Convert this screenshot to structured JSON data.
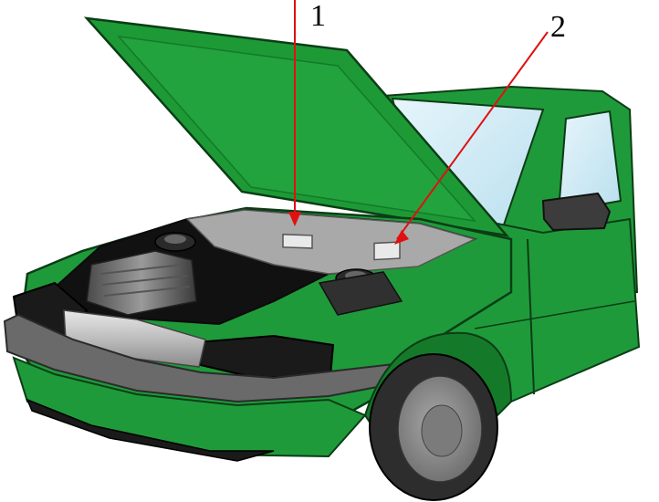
{
  "callouts": [
    {
      "id": "1",
      "label": "1"
    },
    {
      "id": "2",
      "label": "2"
    }
  ],
  "colors": {
    "body_green": "#1f9a3a",
    "body_green_dark": "#137a2a",
    "hood_green": "#1d9a36",
    "leader_red": "#e01010",
    "bumper_gray": "#5f5f5f",
    "trim_black": "#1a1a1a",
    "tire": "#2d2d2d",
    "glass": "#cfe9f4",
    "label_plate": "#e9e9e9"
  }
}
